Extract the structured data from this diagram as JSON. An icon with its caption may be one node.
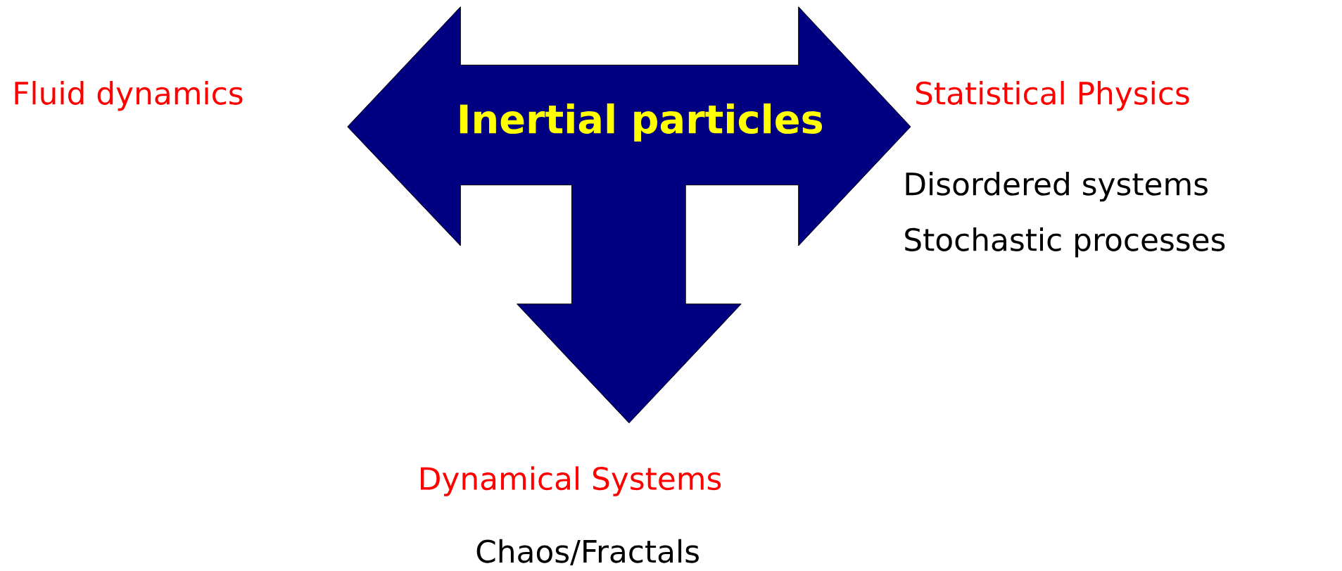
{
  "diagram": {
    "nodes": [
      {
        "text": [
          "Inertial particles"
        ]
      }
    ],
    "labels": [
      "Fluid dynamics",
      "Statistical Physics",
      "Disordered systems",
      "Stochastic processes",
      "Dynamical Systems",
      "Chaos/Fractals"
    ]
  }
}
